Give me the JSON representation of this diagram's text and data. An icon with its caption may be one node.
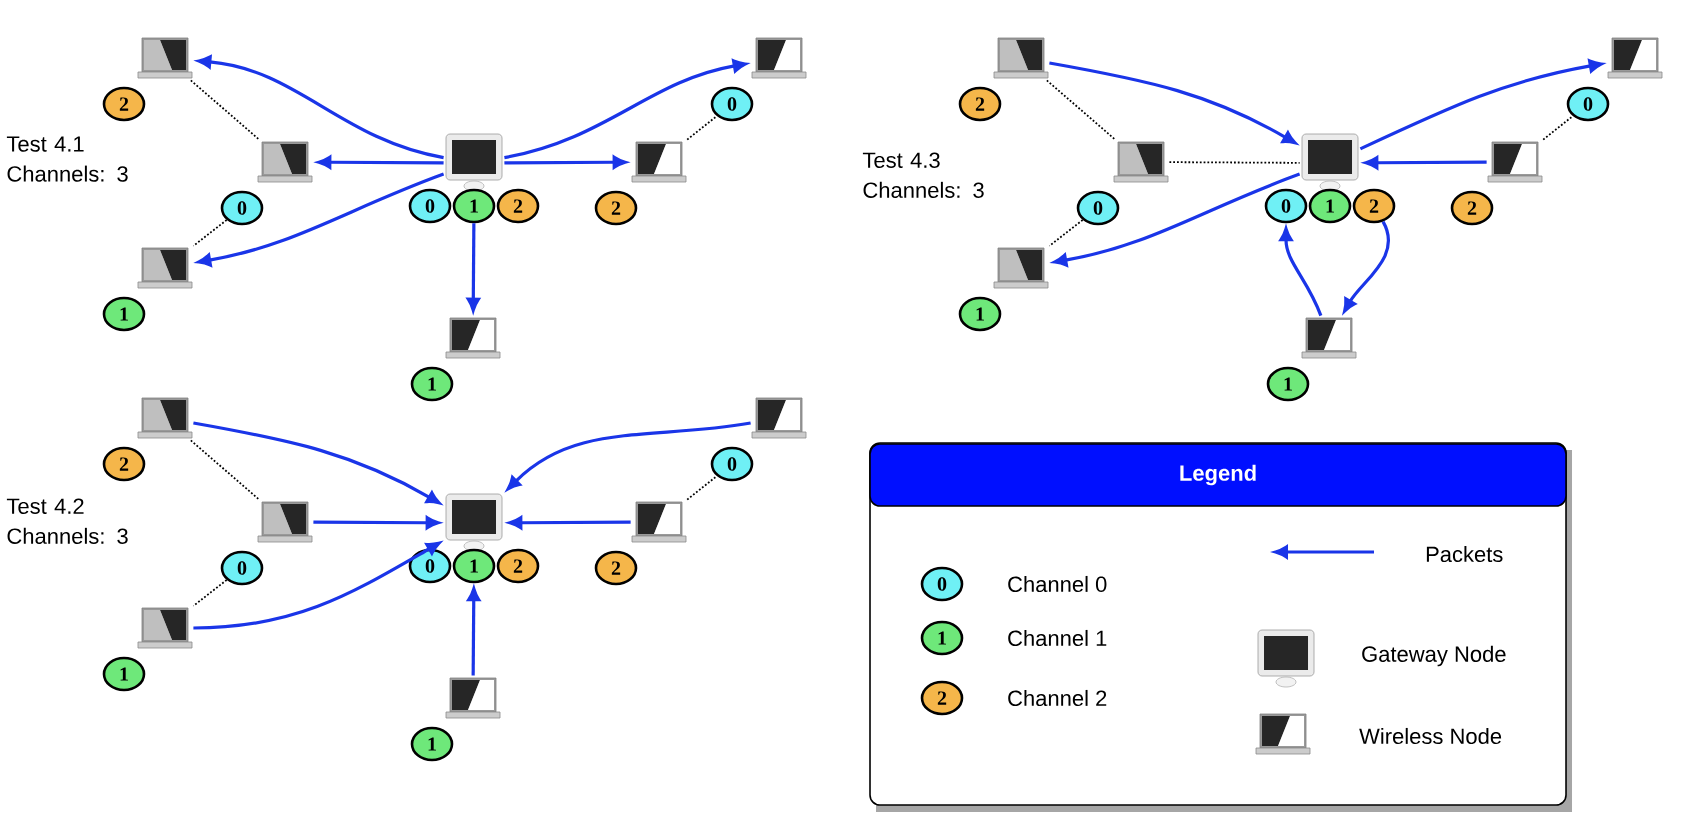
{
  "diagram": {
    "nodes": [
      {
        "text": [],
        "shape": "monitor"
      },
      {
        "text": [
          "0"
        ]
      },
      {
        "text": [
          "1"
        ]
      },
      {
        "text": [
          "2"
        ]
      },
      {
        "text": [],
        "shape": "laptop"
      },
      {
        "text": [
          "2"
        ]
      },
      {
        "text": [],
        "shape": "laptop"
      },
      {
        "text": [
          "0"
        ]
      },
      {
        "text": [],
        "shape": "laptop"
      },
      {
        "text": [
          "1"
        ]
      },
      {
        "text": [],
        "shape": "laptop"
      },
      {
        "text": [
          "1"
        ]
      },
      {
        "text": [],
        "shape": "laptop"
      },
      {
        "text": [
          "2"
        ]
      },
      {
        "text": [],
        "shape": "laptop"
      },
      {
        "text": [
          "0"
        ]
      },
      {
        "text": [],
        "shape": "monitor"
      },
      {
        "text": [
          "0"
        ]
      },
      {
        "text": [
          "1"
        ]
      },
      {
        "text": [
          "2"
        ]
      },
      {
        "text": [],
        "shape": "laptop"
      },
      {
        "text": [
          "2"
        ]
      },
      {
        "text": [],
        "shape": "laptop"
      },
      {
        "text": [
          "0"
        ]
      },
      {
        "text": [],
        "shape": "laptop"
      },
      {
        "text": [
          "1"
        ]
      },
      {
        "text": [],
        "shape": "laptop"
      },
      {
        "text": [
          "1"
        ]
      },
      {
        "text": [],
        "shape": "laptop"
      },
      {
        "text": [
          "2"
        ]
      },
      {
        "text": [],
        "shape": "laptop"
      },
      {
        "text": [
          "0"
        ]
      },
      {
        "text": [],
        "shape": "monitor"
      },
      {
        "text": [
          "0"
        ]
      },
      {
        "text": [
          "1"
        ]
      },
      {
        "text": [
          "2"
        ]
      },
      {
        "text": [],
        "shape": "laptop"
      },
      {
        "text": [
          "2"
        ]
      },
      {
        "text": [],
        "shape": "laptop"
      },
      {
        "text": [
          "0"
        ]
      },
      {
        "text": [],
        "shape": "laptop"
      },
      {
        "text": [
          "1"
        ]
      },
      {
        "text": [],
        "shape": "laptop"
      },
      {
        "text": [
          "1"
        ]
      },
      {
        "text": [],
        "shape": "laptop"
      },
      {
        "text": [
          "2"
        ]
      },
      {
        "text": [],
        "shape": "laptop"
      },
      {
        "text": [
          "0"
        ]
      },
      {
        "text": [
          "Legend"
        ]
      }
    ],
    "edges": [
      {
        "from": 0,
        "to": 4,
        "arrow": "to"
      },
      {
        "from": 0,
        "to": 6,
        "arrow": "to"
      },
      {
        "from": 0,
        "to": 8,
        "arrow": "to"
      },
      {
        "from": 2,
        "to": 10,
        "arrow": "to"
      },
      {
        "from": 0,
        "to": 12,
        "arrow": "to"
      },
      {
        "from": 0,
        "to": 14,
        "arrow": "to"
      },
      {
        "from": 4,
        "to": 6,
        "arrow": "none",
        "style": "dashed",
        "color": "#000000"
      },
      {
        "from": 7,
        "to": 8,
        "arrow": "none",
        "style": "dashed",
        "color": "#000000"
      },
      {
        "from": 12,
        "to": 15,
        "arrow": "none",
        "style": "dashed",
        "color": "#000000"
      },
      {
        "from": 20,
        "to": 16,
        "arrow": "to"
      },
      {
        "from": 16,
        "to": 24,
        "arrow": "to"
      },
      {
        "from": 16,
        "to": 30,
        "arrow": "to"
      },
      {
        "from": 28,
        "to": 16,
        "arrow": "to"
      },
      {
        "from": 26,
        "to": 17,
        "arrow": "to"
      },
      {
        "from": 19,
        "to": 26,
        "arrow": "to"
      },
      {
        "from": 20,
        "to": 22,
        "arrow": "none",
        "style": "dashed",
        "color": "#000000"
      },
      {
        "from": 22,
        "to": 16,
        "arrow": "none",
        "style": "dashed",
        "color": "#000000"
      },
      {
        "from": 23,
        "to": 24,
        "arrow": "none",
        "style": "dashed",
        "color": "#000000"
      },
      {
        "from": 28,
        "to": 31,
        "arrow": "none",
        "style": "dashed",
        "color": "#000000"
      },
      {
        "from": 36,
        "to": 32,
        "arrow": "to"
      },
      {
        "from": 38,
        "to": 32,
        "arrow": "to"
      },
      {
        "from": 40,
        "to": 32,
        "arrow": "to"
      },
      {
        "from": 42,
        "to": 34,
        "arrow": "to"
      },
      {
        "from": 44,
        "to": 32,
        "arrow": "to"
      },
      {
        "from": 46,
        "to": 32,
        "arrow": "to"
      },
      {
        "from": 36,
        "to": 38,
        "arrow": "none",
        "style": "dashed",
        "color": "#000000"
      },
      {
        "from": 39,
        "to": 40,
        "arrow": "none",
        "style": "dashed",
        "color": "#000000"
      },
      {
        "from": 44,
        "to": 47,
        "arrow": "none",
        "style": "dashed",
        "color": "#000000"
      }
    ],
    "labels": [
      "Test 4.1 Channels: 3",
      "Test 4.3 Channels: 3",
      "Test 4.2 Channels: 3",
      "0",
      "1",
      "2"
    ],
    "legend": [
      {
        "text": "Packets"
      },
      {
        "text": "Channel 0",
        "color": "#6ff0f5"
      },
      {
        "text": "Channel 1",
        "color": "#6ee87a"
      },
      {
        "text": "Channel 2",
        "color": "#f5b64a"
      },
      {
        "text": "Gateway Node"
      },
      {
        "text": "Wireless Node"
      }
    ]
  }
}
